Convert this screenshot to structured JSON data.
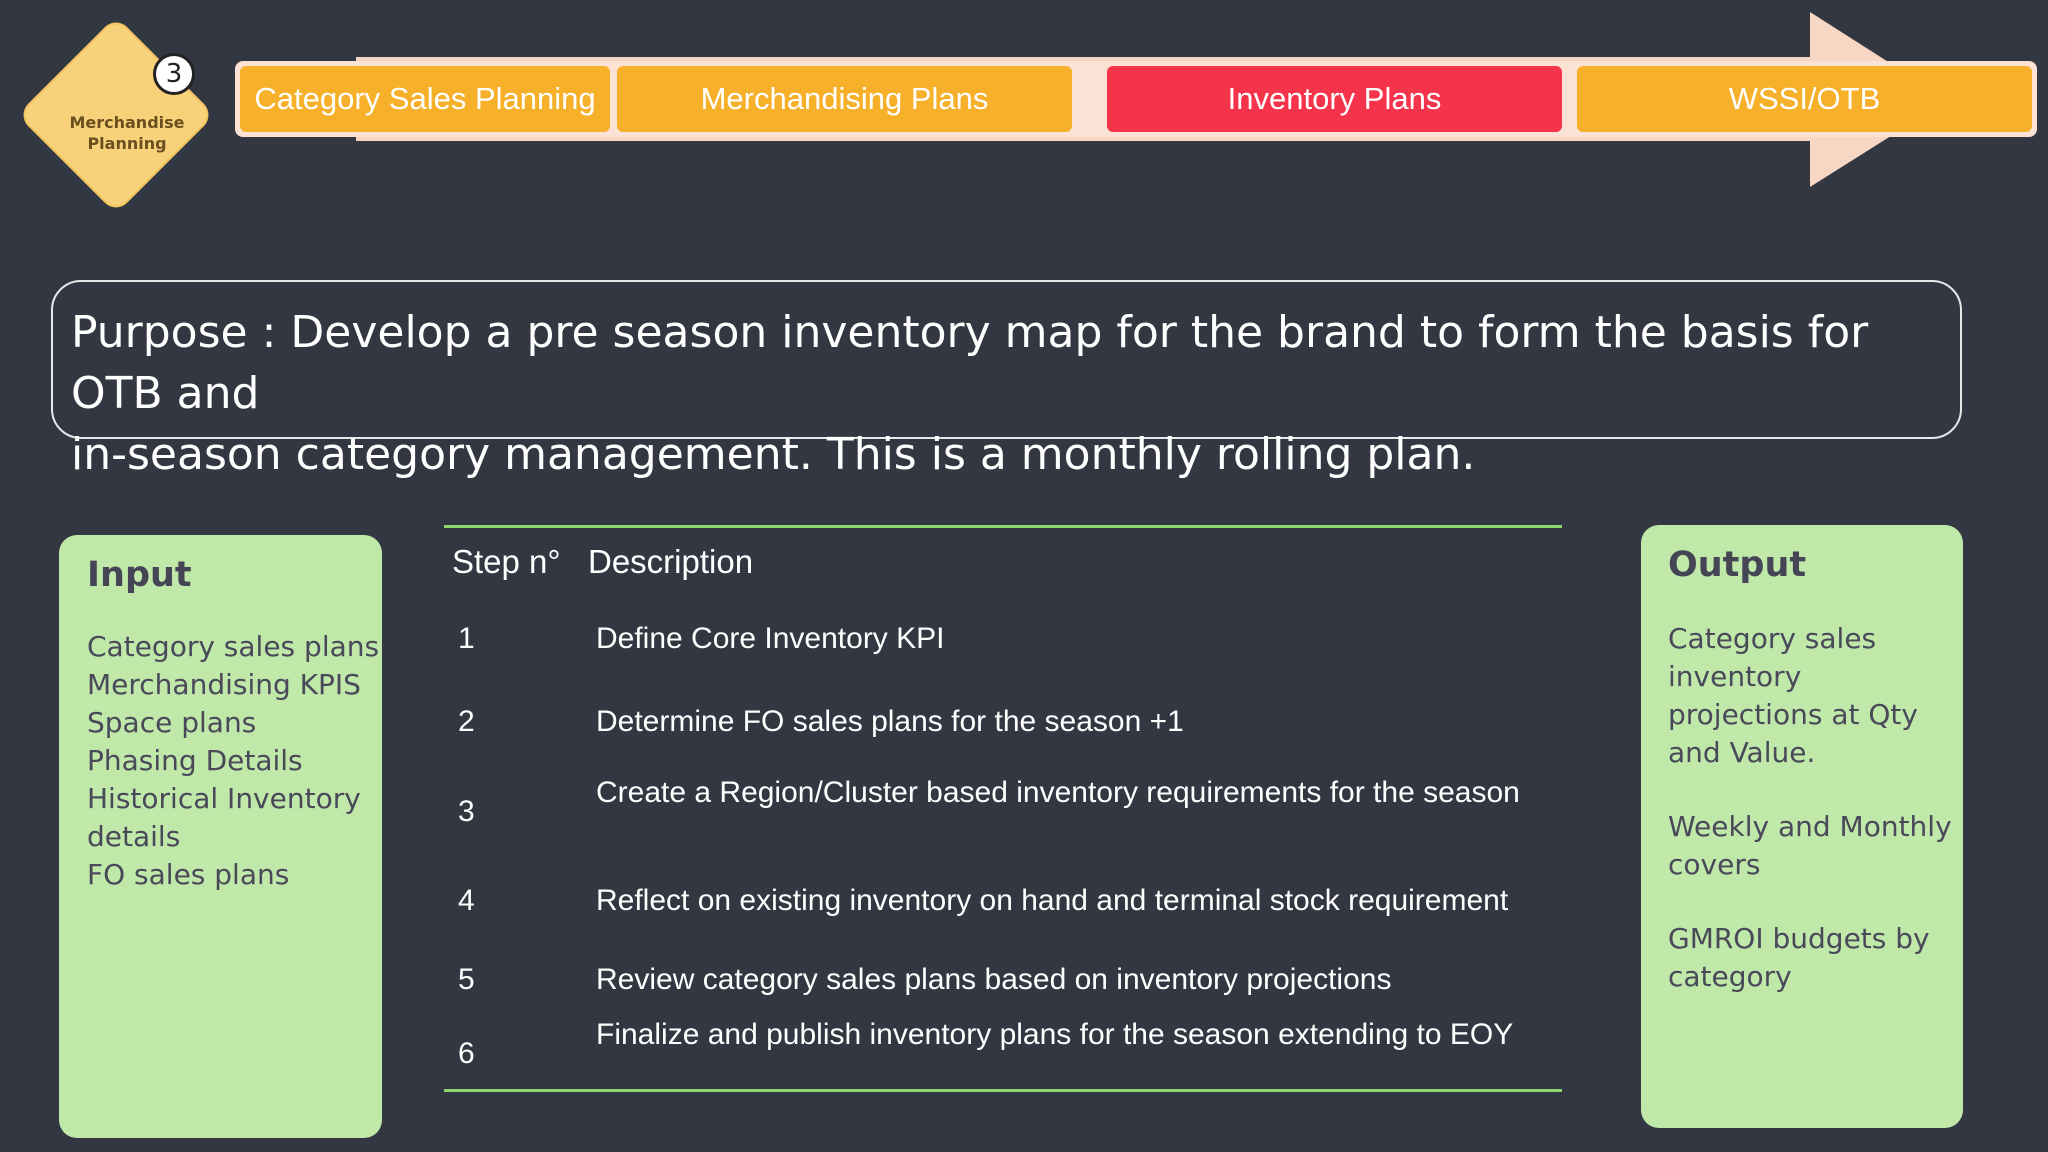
{
  "badge": {
    "number": "3",
    "label": "Merchandise Planning"
  },
  "stages": [
    {
      "label": "Category Sales Planning",
      "color": "#f7b02a",
      "active": false
    },
    {
      "label": "Merchandising Plans",
      "color": "#f7b02a",
      "active": false
    },
    {
      "label": "Inventory Plans",
      "color": "#f5334a",
      "active": true
    },
    {
      "label": "WSSI/OTB",
      "color": "#f7b02a",
      "active": false
    }
  ],
  "purpose": {
    "line1": "Purpose : Develop a pre season inventory map for the brand to form the basis for OTB and",
    "line2": "in-season category management. This is a monthly rolling plan."
  },
  "input": {
    "title": "Input",
    "items": [
      "Category sales plans",
      "Merchandising KPIS",
      "Space plans",
      "Phasing Details",
      "Historical Inventory",
      "details",
      "FO sales plans"
    ]
  },
  "table": {
    "header_step": "Step n°",
    "header_desc": "Description",
    "rows": [
      {
        "step": "1",
        "desc": "Define Core Inventory KPI"
      },
      {
        "step": "2",
        "desc": "Determine FO sales plans for the season +1"
      },
      {
        "step": "3",
        "desc": "Create a Region/Cluster based  inventory requirements for the season"
      },
      {
        "step": "4",
        "desc": "Reflect on existing inventory on hand and terminal stock requirement"
      },
      {
        "step": "5",
        "desc": "Review category sales plans based on inventory projections"
      },
      {
        "step": "6",
        "desc": "Finalize and publish inventory plans for the season extending to EOY"
      }
    ]
  },
  "output": {
    "title": "Output",
    "lines": [
      "Category sales",
      "inventory",
      "projections  at Qty",
      "and Value.",
      "Weekly and Monthly",
      "covers",
      "GMROI budgets by",
      "category"
    ]
  },
  "colors": {
    "background": "#333741",
    "accent_green": "#bfe8a9",
    "rule_green": "#8ed66c",
    "stage_orange": "#f7b02a",
    "stage_red": "#f5334a"
  }
}
